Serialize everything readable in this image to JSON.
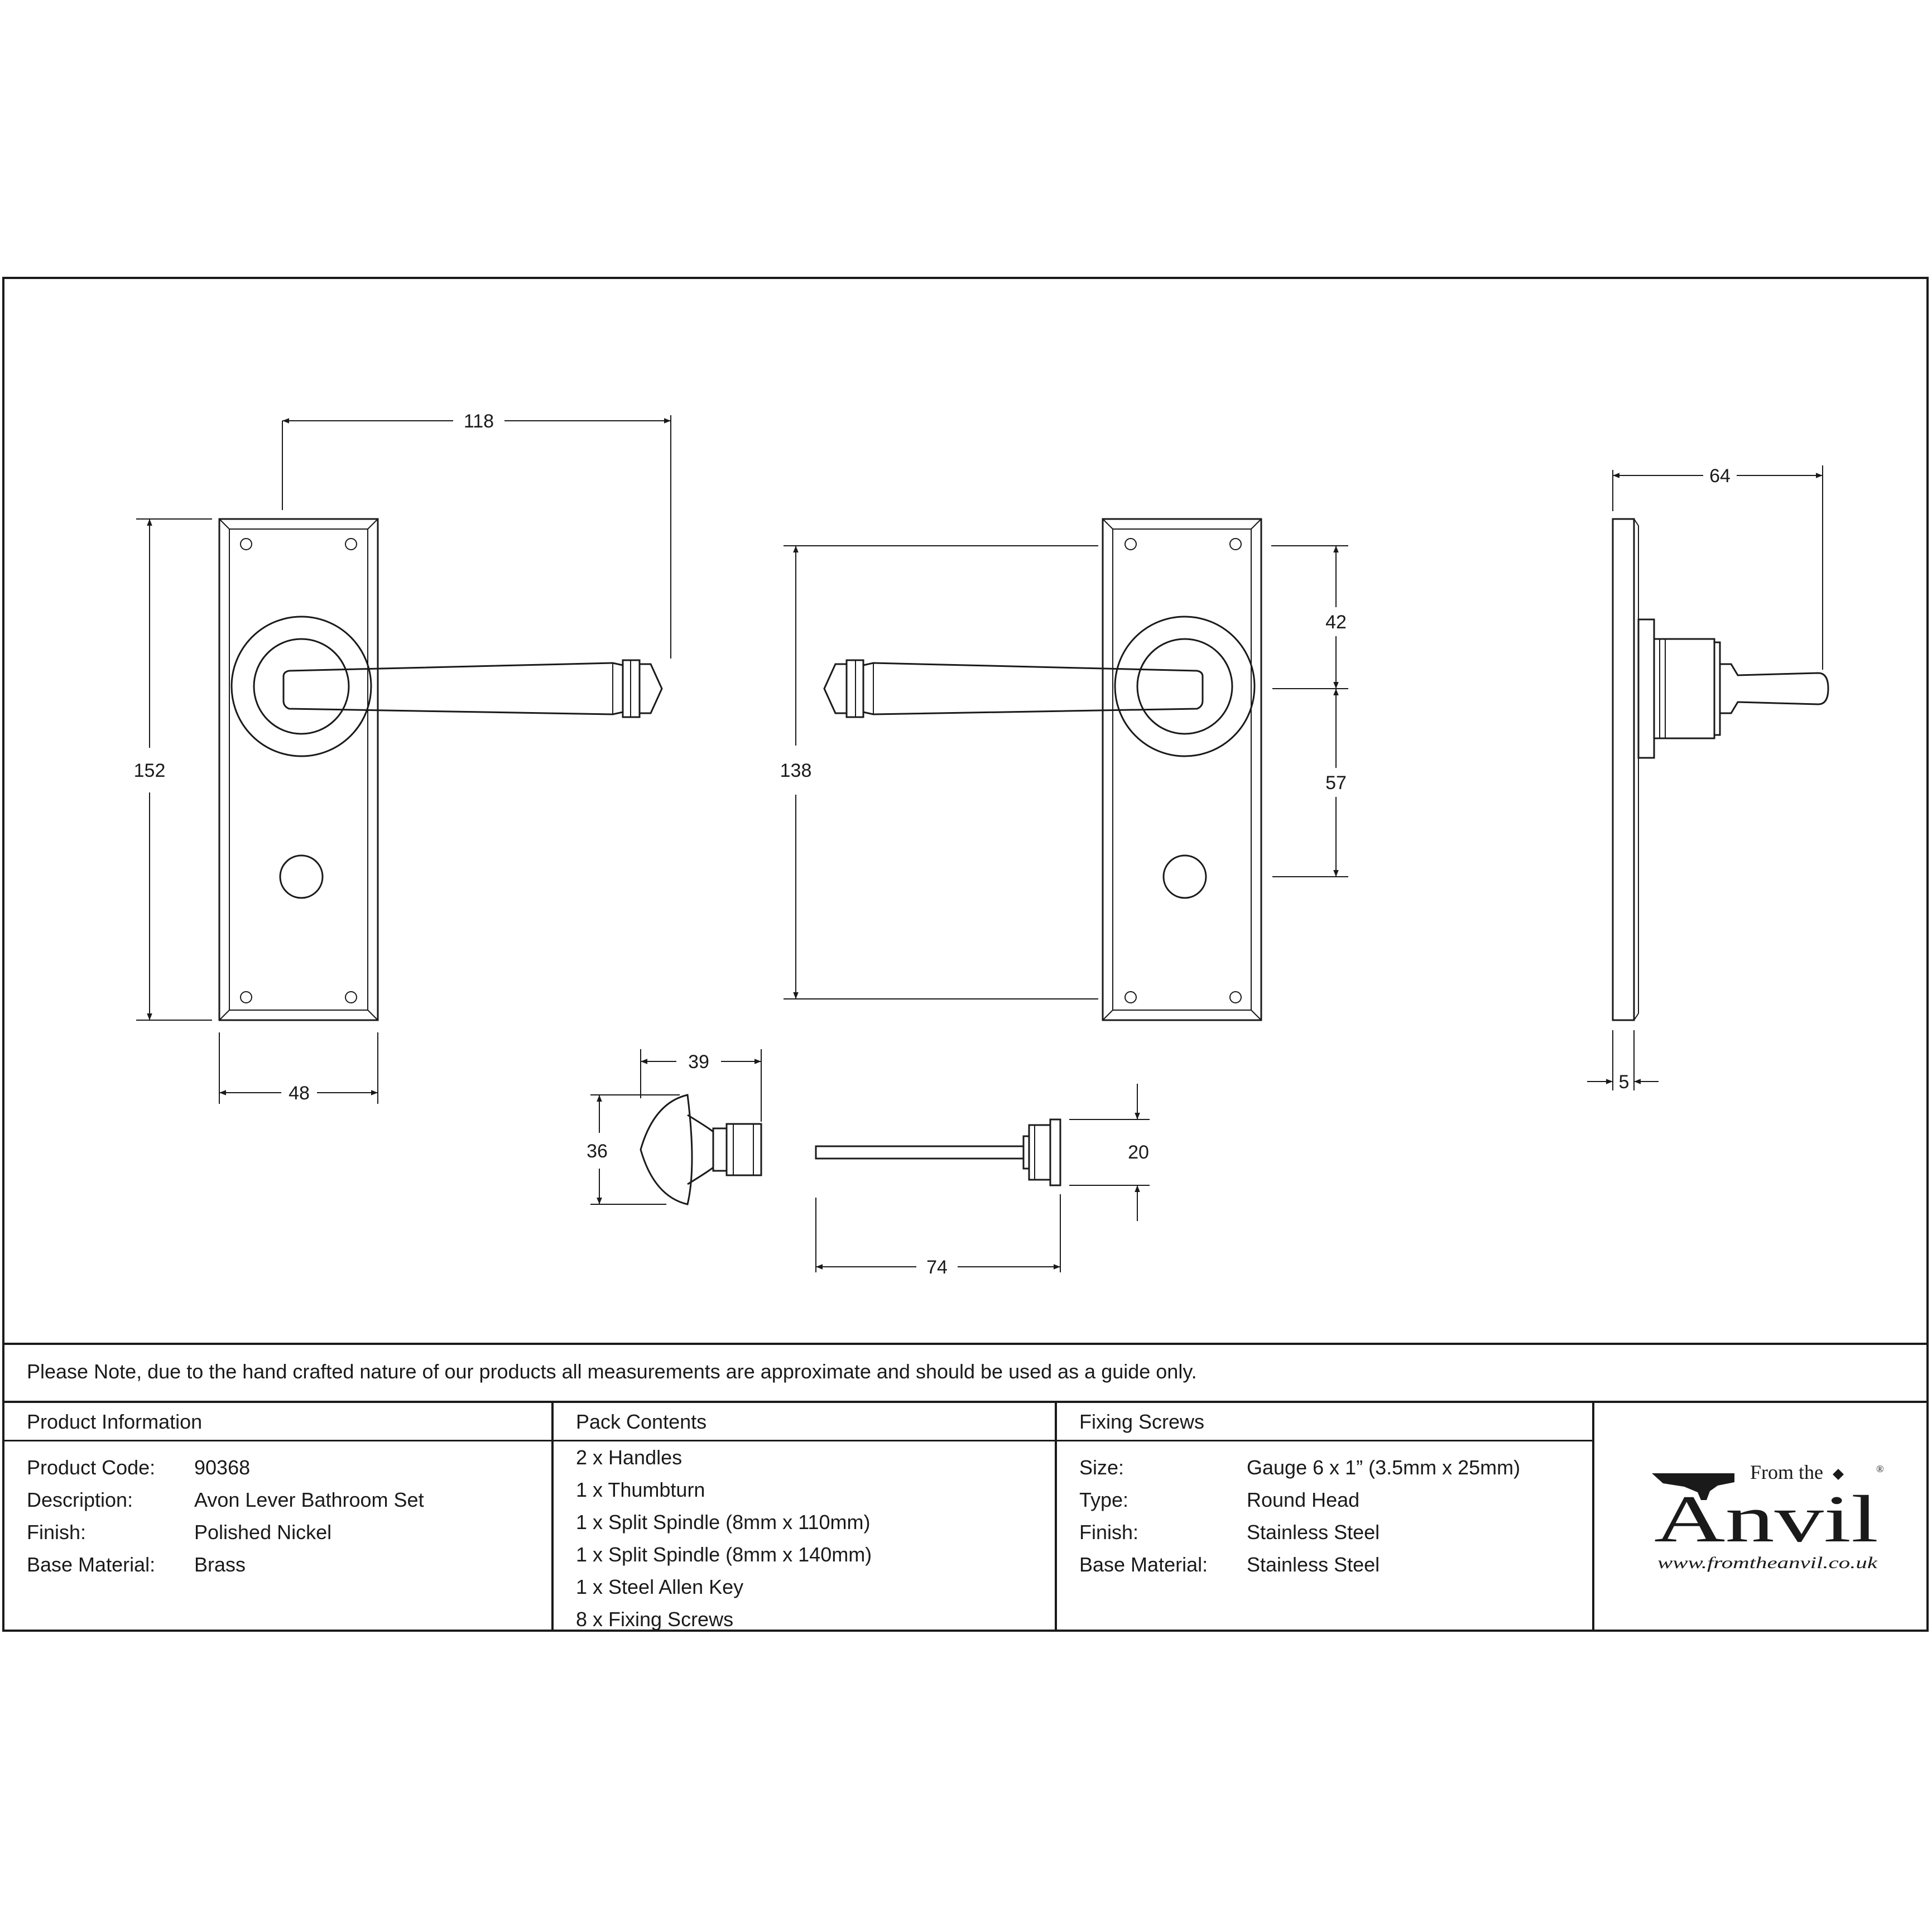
{
  "dimensions": {
    "front_width": "118",
    "front_height": "152",
    "plate_width": "48",
    "spindle_centre": "138",
    "top_to_spindle": "42",
    "spindle_to_turn": "57",
    "projection": "64",
    "plate_thickness": "5",
    "thumbturn_projection": "39",
    "thumbturn_diameter": "36",
    "release_diameter": "20",
    "release_length": "74"
  },
  "note": "Please Note, due to the hand crafted nature of our products all measurements are approximate and should be used as a guide only.",
  "product_info": {
    "heading": "Product Information",
    "rows": [
      {
        "label": "Product Code:",
        "value": "90368"
      },
      {
        "label": "Description:",
        "value": "Avon Lever Bathroom Set"
      },
      {
        "label": "Finish:",
        "value": "Polished Nickel"
      },
      {
        "label": "Base Material:",
        "value": "Brass"
      }
    ]
  },
  "pack_contents": {
    "heading": "Pack Contents",
    "items": [
      "2 x Handles",
      "1 x Thumbturn",
      "1 x Split Spindle (8mm x 110mm)",
      "1 x Split Spindle (8mm x 140mm)",
      "1 x Steel Allen Key",
      "8 x Fixing Screws"
    ]
  },
  "fixing_screws": {
    "heading": "Fixing Screws",
    "rows": [
      {
        "label": "Size:",
        "value": "Gauge 6 x 1” (3.5mm x 25mm)"
      },
      {
        "label": "Type:",
        "value": "Round Head"
      },
      {
        "label": "Finish:",
        "value": "Stainless Steel"
      },
      {
        "label": "Base Material:",
        "value": "Stainless Steel"
      }
    ]
  },
  "logo": {
    "from_the": "From the",
    "anvil": "Anvil",
    "registered": "®",
    "url": "www.fromtheanvil.co.uk"
  }
}
